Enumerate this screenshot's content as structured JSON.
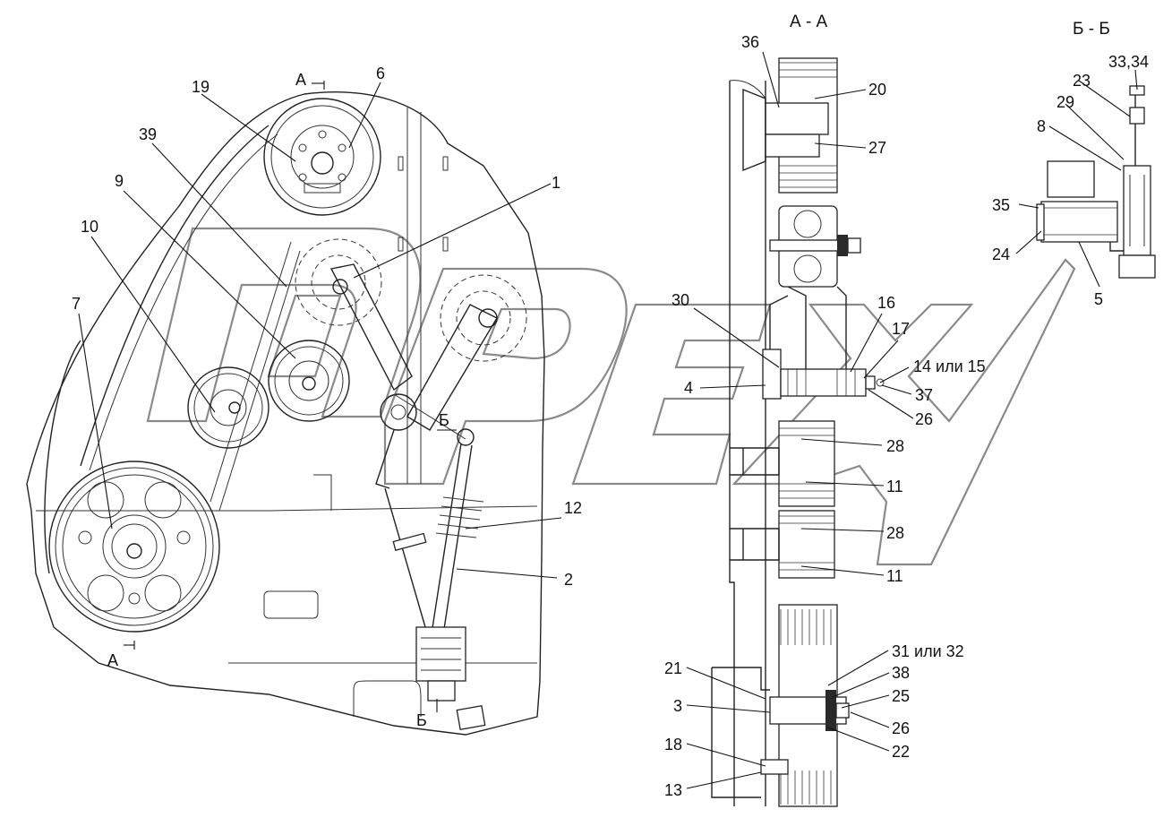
{
  "sections": {
    "aa_title": "А - А",
    "bb_title": "Б - Б",
    "a_mark_top": "А",
    "a_mark_bottom": "А",
    "b_mark_top": "Б",
    "b_mark_bottom": "Б"
  },
  "callouts": {
    "c1": "1",
    "c2": "2",
    "c3": "3",
    "c4": "4",
    "c5": "5",
    "c6": "6",
    "c7": "7",
    "c8": "8",
    "c9": "9",
    "c10": "10",
    "c11a": "11",
    "c11b": "11",
    "c12": "12",
    "c13": "13",
    "c14": "14 или 15",
    "c16": "16",
    "c17": "17",
    "c18": "18",
    "c19": "19",
    "c20": "20",
    "c21": "21",
    "c22": "22",
    "c23": "23",
    "c24": "24",
    "c25": "25",
    "c26a": "26",
    "c26b": "26",
    "c27": "27",
    "c28a": "28",
    "c28b": "28",
    "c29": "29",
    "c30": "30",
    "c31": "31 или 32",
    "c33": "33,34",
    "c35": "35",
    "c36": "36",
    "c37": "37",
    "c38": "38",
    "c39": "39"
  }
}
